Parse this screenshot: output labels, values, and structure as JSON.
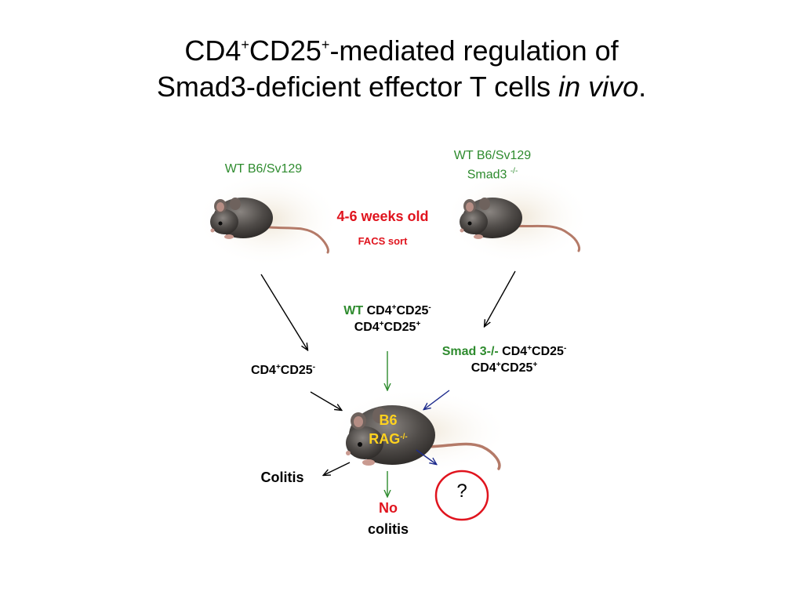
{
  "title": {
    "line1_part1": "CD4",
    "line1_sup1": "+",
    "line1_part2": "CD25",
    "line1_sup2": "+",
    "line1_part3": "-mediated regulation of",
    "line2_part1": "Smad3-deficient effector T cells ",
    "line2_italic": "in vivo",
    "line2_end": "."
  },
  "donor_left": {
    "label": "WT B6/Sv129"
  },
  "donor_right": {
    "label_line1": "WT B6/Sv129",
    "label_line2": "Smad3",
    "label_sup": "-/-"
  },
  "age_label": "4-6 weeks old",
  "facs_label": "FACS sort",
  "wt_transfer": {
    "prefix": "WT",
    "cell1": "CD4",
    "cell1_sup1": "+",
    "cell1_b": "CD25",
    "cell1_sup2": "-",
    "cell2": "CD4",
    "cell2_sup1": "+",
    "cell2_b": "CD25",
    "cell2_sup2": "+"
  },
  "smad_transfer": {
    "prefix": "Smad 3-/-",
    "cell1": "CD4",
    "cell1_sup1": "+",
    "cell1_b": "CD25",
    "cell1_sup2": "-",
    "cell2": "CD4",
    "cell2_sup1": "+",
    "cell2_b": "CD25",
    "cell2_sup2": "+"
  },
  "left_transfer": {
    "cell": "CD4",
    "sup1": "+",
    "cell_b": "CD25",
    "sup2": "-"
  },
  "recipient": {
    "line1": "B6",
    "line2": "RAG",
    "sup": "-/-"
  },
  "outcomes": {
    "left": "Colitis",
    "center_line1": "No",
    "center_line2": "colitis",
    "right": "?"
  },
  "colors": {
    "green": "#2e8b2e",
    "red": "#e0141e",
    "blue_arrow": "#1c2a8c",
    "yellow_text": "#ffd21e"
  }
}
